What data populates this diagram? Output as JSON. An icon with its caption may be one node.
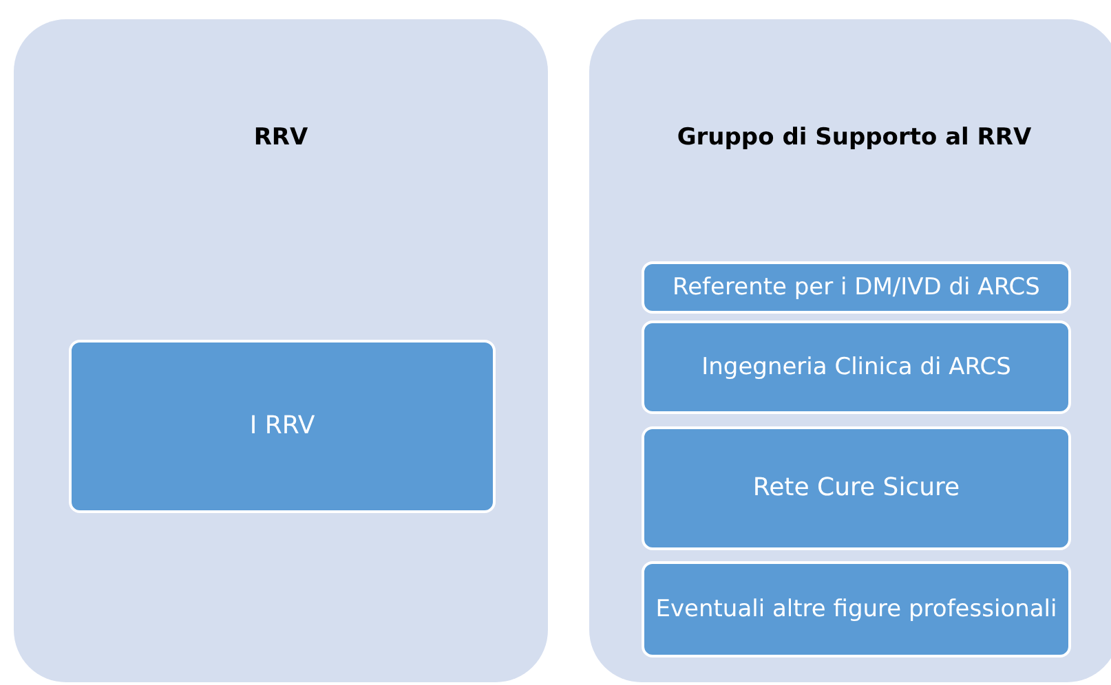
{
  "diagram": {
    "nodes": [
      {
        "text": [
          "RRV"
        ]
      },
      {
        "text": [
          "I RRV"
        ],
        "in": 0
      },
      {
        "text": [
          "Gruppo di Supporto al RRV"
        ]
      },
      {
        "text": [
          "Referente per i DM/IVD di ARCS"
        ],
        "in": 2
      },
      {
        "text": [
          "Ingegneria Clinica di ARCS"
        ],
        "in": 2
      },
      {
        "text": [
          "Rete Cure Sicure"
        ],
        "in": 2
      },
      {
        "text": [
          "Eventuali altre figure professionali"
        ],
        "in": 2
      }
    ]
  }
}
